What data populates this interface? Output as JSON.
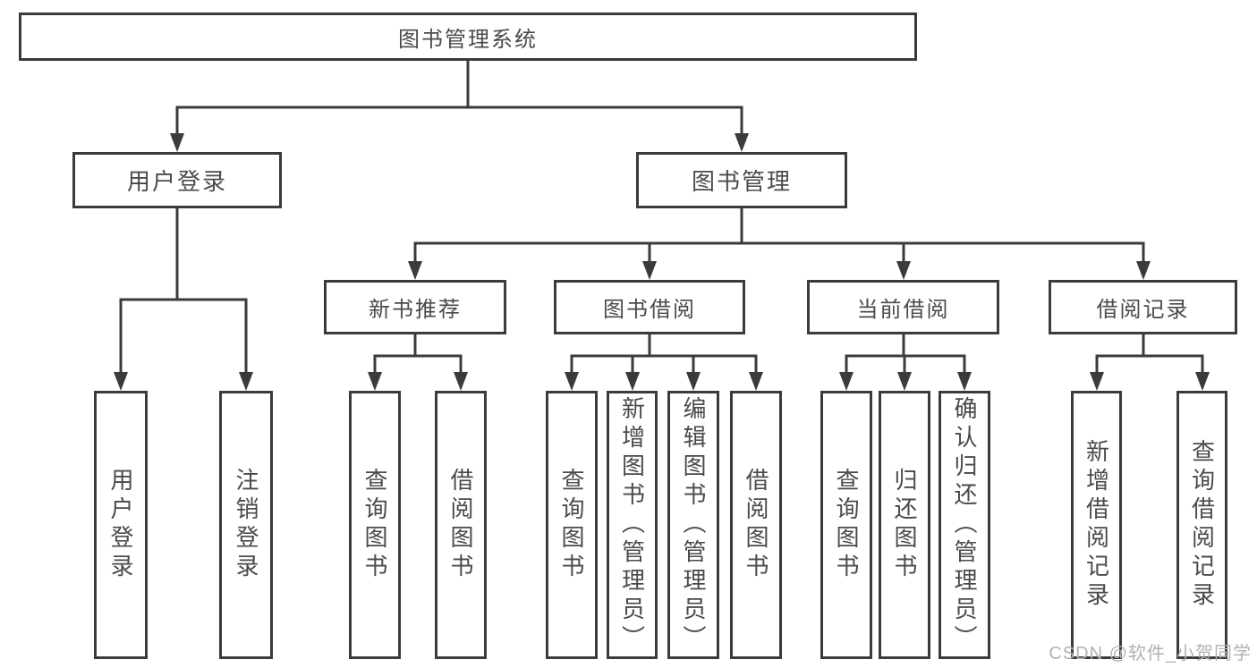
{
  "diagram": {
    "watermark": "CSDN @软件_小贺同学",
    "colors": {
      "line": "#3b3b3b",
      "text": "#4a4a4a",
      "watermark": "#b2b2b2"
    },
    "root": {
      "label": "图书管理系统",
      "children": [
        {
          "label": "用户登录",
          "children": [
            {
              "label": "用户登录"
            },
            {
              "label": "注销登录"
            }
          ]
        },
        {
          "label": "图书管理",
          "children": [
            {
              "label": "新书推荐",
              "children": [
                {
                  "label": "查询图书"
                },
                {
                  "label": "借阅图书"
                }
              ]
            },
            {
              "label": "图书借阅",
              "children": [
                {
                  "label": "查询图书"
                },
                {
                  "label": "新增图书（管理员）"
                },
                {
                  "label": "编辑图书（管理员）"
                },
                {
                  "label": "借阅图书"
                }
              ]
            },
            {
              "label": "当前借阅",
              "children": [
                {
                  "label": "查询图书"
                },
                {
                  "label": "归还图书"
                },
                {
                  "label": "确认归还（管理员）"
                }
              ]
            },
            {
              "label": "借阅记录",
              "children": [
                {
                  "label": "新增借阅记录"
                },
                {
                  "label": "查询借阅记录"
                }
              ]
            }
          ]
        }
      ]
    }
  }
}
